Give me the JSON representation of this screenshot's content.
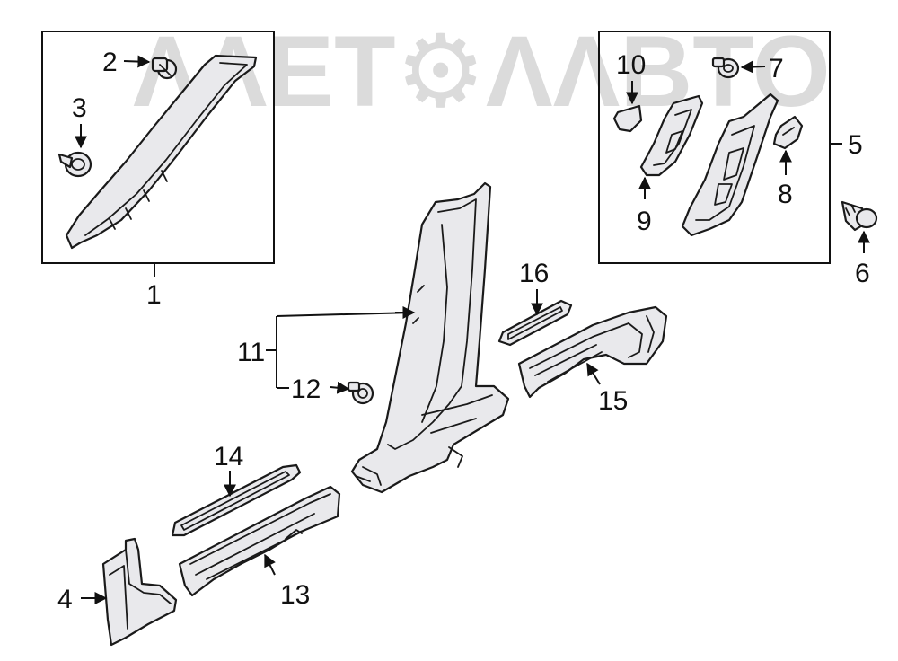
{
  "watermark": {
    "text": "ΛΛΕΤ⚙ΛΛΒΤΟ",
    "color": "#bfbfbf"
  },
  "colors": {
    "part_fill": "#e9e9ec",
    "line": "#1a1a1a"
  },
  "callouts": {
    "c1": "1",
    "c2": "2",
    "c3": "3",
    "c4": "4",
    "c5": "5",
    "c6": "6",
    "c7": "7",
    "c8": "8",
    "c9": "9",
    "c10": "10",
    "c11": "11",
    "c12": "12",
    "c13": "13",
    "c14": "14",
    "c15": "15",
    "c16": "16"
  }
}
